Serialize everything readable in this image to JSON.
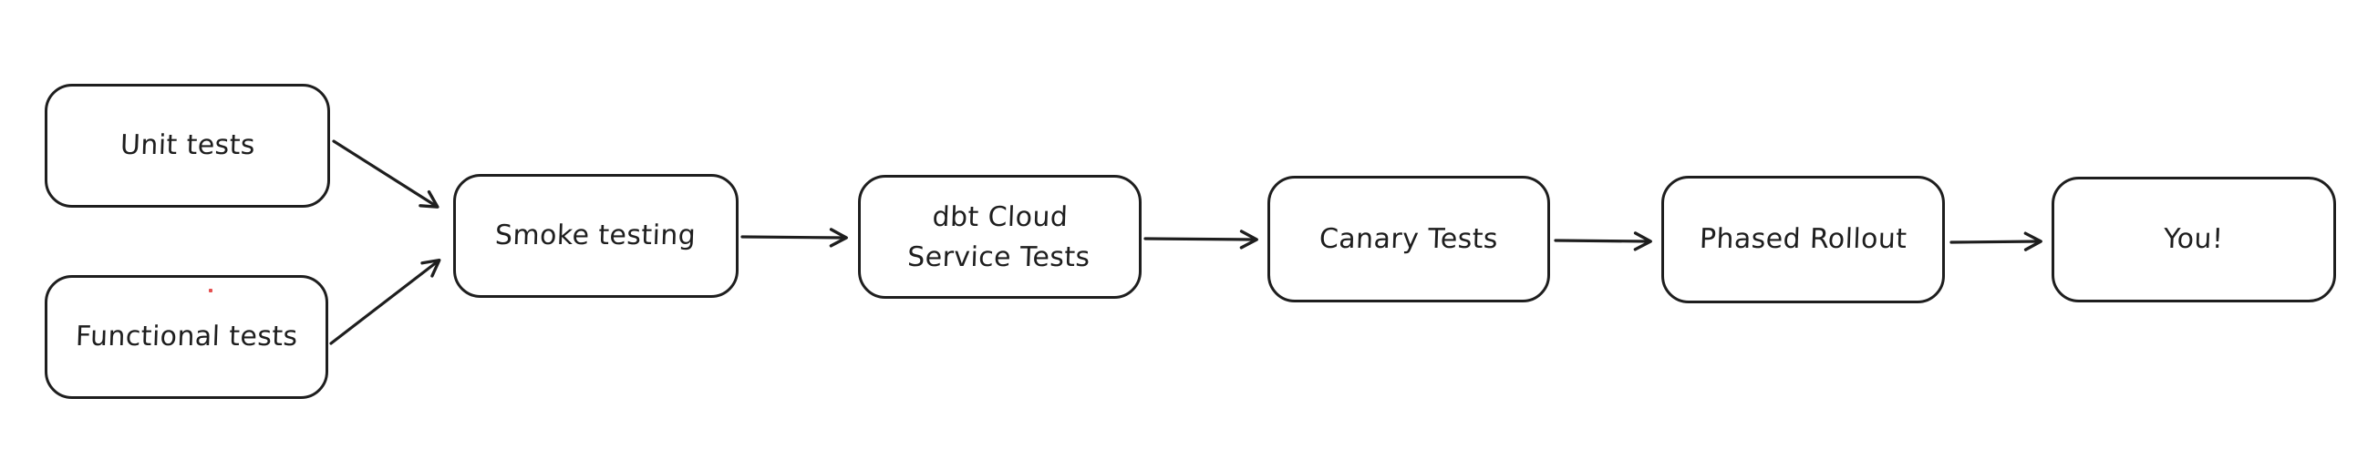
{
  "colors": {
    "background": "#ffffff",
    "stroke": "#1e1e1e",
    "artifact_dot": "#e03131"
  },
  "nodes": [
    {
      "id": "unit-tests",
      "label": "Unit tests"
    },
    {
      "id": "functional-tests",
      "label": "Functional tests"
    },
    {
      "id": "smoke-testing",
      "label": "Smoke testing"
    },
    {
      "id": "dbt-cloud-service-tests",
      "label": "dbt Cloud\nService Tests"
    },
    {
      "id": "canary-tests",
      "label": "Canary Tests"
    },
    {
      "id": "phased-rollout",
      "label": "Phased Rollout"
    },
    {
      "id": "you",
      "label": "You!"
    }
  ],
  "edges": [
    {
      "from": "unit-tests",
      "to": "smoke-testing"
    },
    {
      "from": "functional-tests",
      "to": "smoke-testing"
    },
    {
      "from": "smoke-testing",
      "to": "dbt-cloud-service-tests"
    },
    {
      "from": "dbt-cloud-service-tests",
      "to": "canary-tests"
    },
    {
      "from": "canary-tests",
      "to": "phased-rollout"
    },
    {
      "from": "phased-rollout",
      "to": "you"
    }
  ]
}
